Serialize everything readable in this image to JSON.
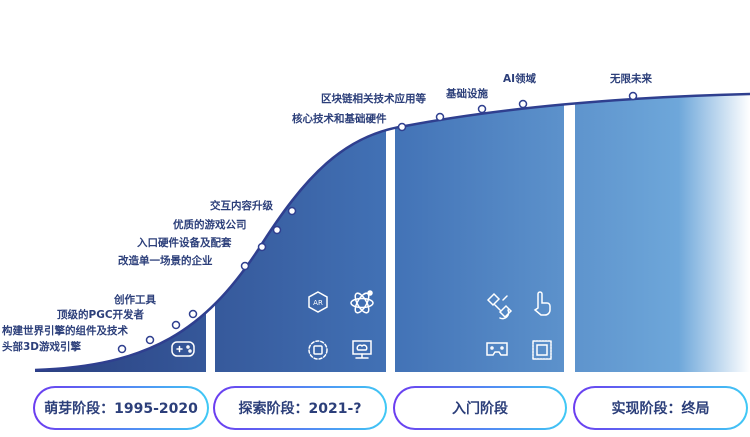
{
  "stages": [
    {
      "label": "萌芽阶段：1995-2020",
      "milestones": [
        "头部3D游戏引擎",
        "构建世界引擎的组件及技术",
        "顶级的PGC开发者",
        "创作工具"
      ],
      "icons": [
        "gamepad-icon"
      ]
    },
    {
      "label": "探索阶段：2021-?",
      "milestones": [
        "改造单一场景的企业",
        "入口硬件设备及配套",
        "优质的游戏公司",
        "交互内容升级"
      ],
      "icons": [
        "ar-icon",
        "atom-icon",
        "app-icon",
        "cloud-monitor-icon"
      ]
    },
    {
      "label": "入门阶段",
      "milestones": [
        "核心技术和基础硬件",
        "区块链相关技术应用等",
        "基础设施",
        "AI领域"
      ],
      "icons": [
        "satellite-icon",
        "touch-icon",
        "vr-headset-icon",
        "chip-icon"
      ]
    },
    {
      "label": "实现阶段：终局",
      "milestones": [
        "无限未来"
      ],
      "icons": []
    }
  ],
  "colors": {
    "dark": "#2b4584",
    "light": "#6ea7da",
    "text": "#2c3f7a",
    "pill_start": "#6b3cf0",
    "pill_end": "#3fc9f5"
  }
}
